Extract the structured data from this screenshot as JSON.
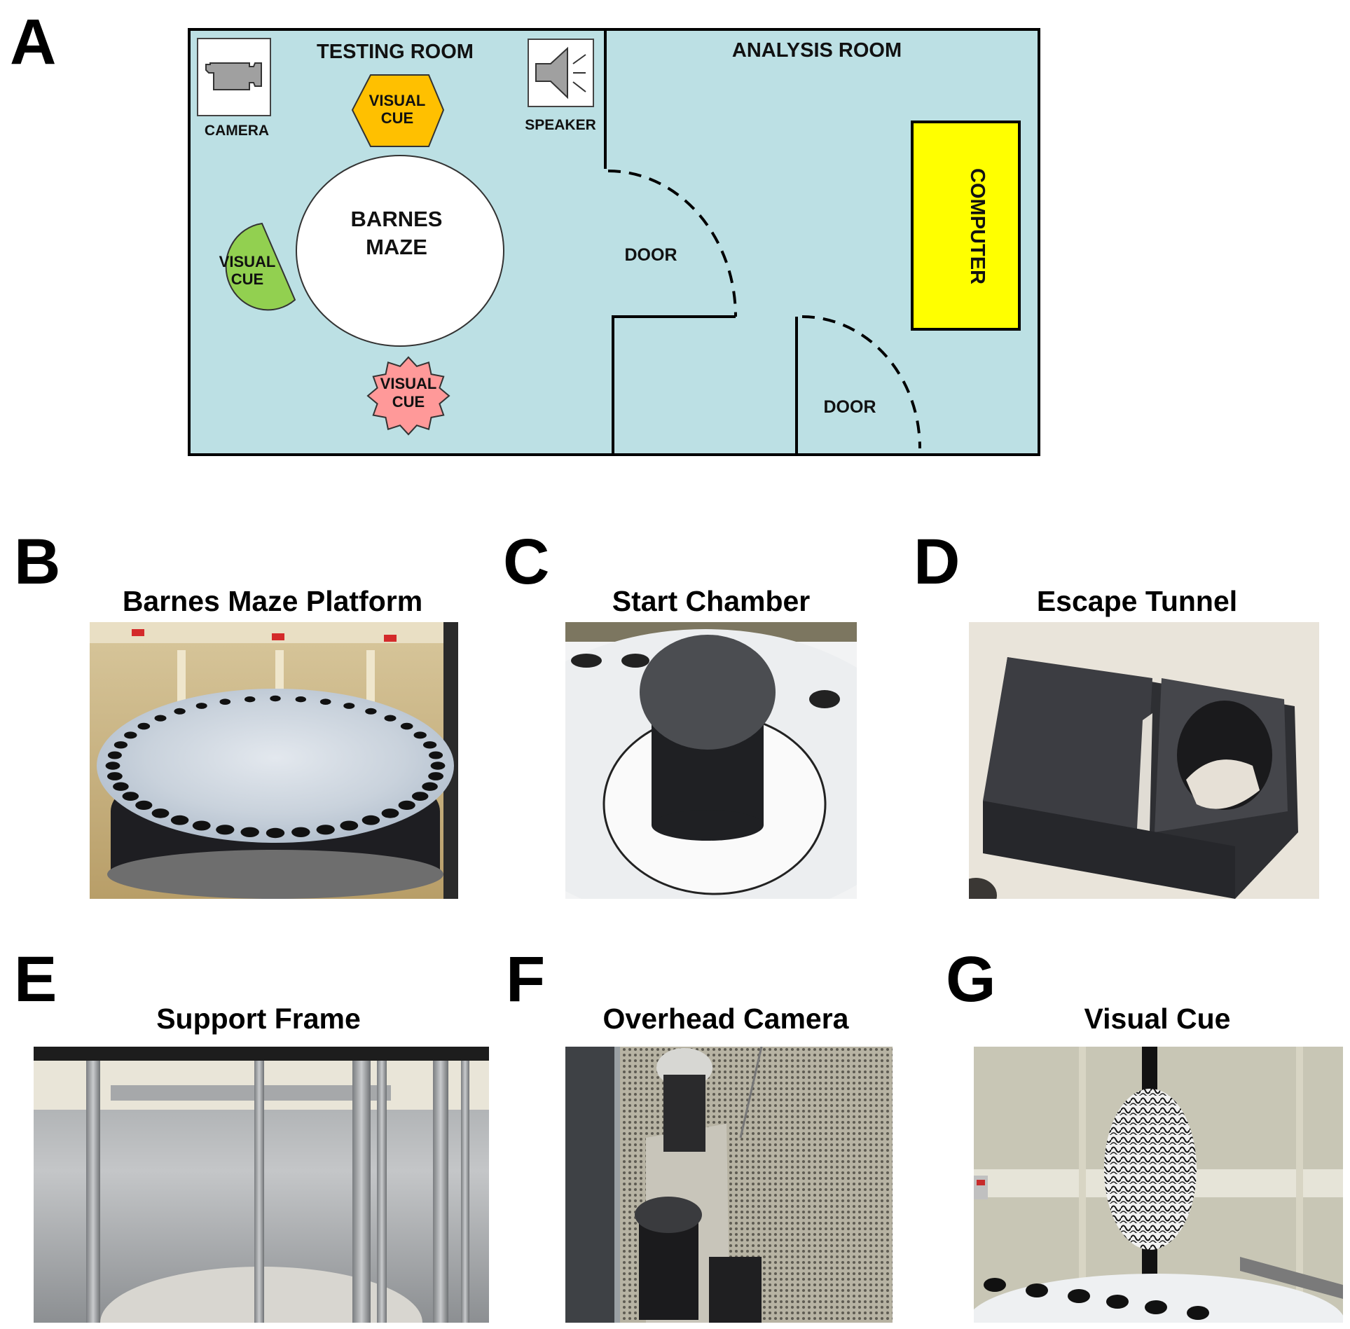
{
  "figure": {
    "panels": {
      "A": {
        "letter": "A",
        "rooms": {
          "testing_room": "TESTING ROOM",
          "analysis_room": "ANALYSIS ROOM"
        },
        "labels": {
          "camera": "CAMERA",
          "speaker": "SPEAKER",
          "maze_line1": "BARNES",
          "maze_line2": "MAZE",
          "door_1": "DOOR",
          "door_2": "DOOR",
          "computer": "COMPUTER"
        },
        "visual_cues": [
          {
            "shape": "hexagon",
            "color": "#FFC000",
            "line1": "VISUAL",
            "line2": "CUE"
          },
          {
            "shape": "partial-circle",
            "color": "#92D050",
            "line1": "VISUAL",
            "line2": "CUE"
          },
          {
            "shape": "star",
            "color": "#FF9999",
            "line1": "VISUAL",
            "line2": "CUE"
          }
        ],
        "colors": {
          "floor": "#BCE0E4",
          "computer": "#FFFF00",
          "icon_gray": "#A0A0A0"
        },
        "icons": {
          "camera": "video-camera-icon",
          "speaker": "speaker-icon"
        }
      },
      "B": {
        "letter": "B",
        "title": "Barnes Maze Platform"
      },
      "C": {
        "letter": "C",
        "title": "Start Chamber"
      },
      "D": {
        "letter": "D",
        "title": "Escape Tunnel"
      },
      "E": {
        "letter": "E",
        "title": "Support Frame"
      },
      "F": {
        "letter": "F",
        "title": "Overhead Camera"
      },
      "G": {
        "letter": "G",
        "title": "Visual Cue"
      }
    }
  }
}
